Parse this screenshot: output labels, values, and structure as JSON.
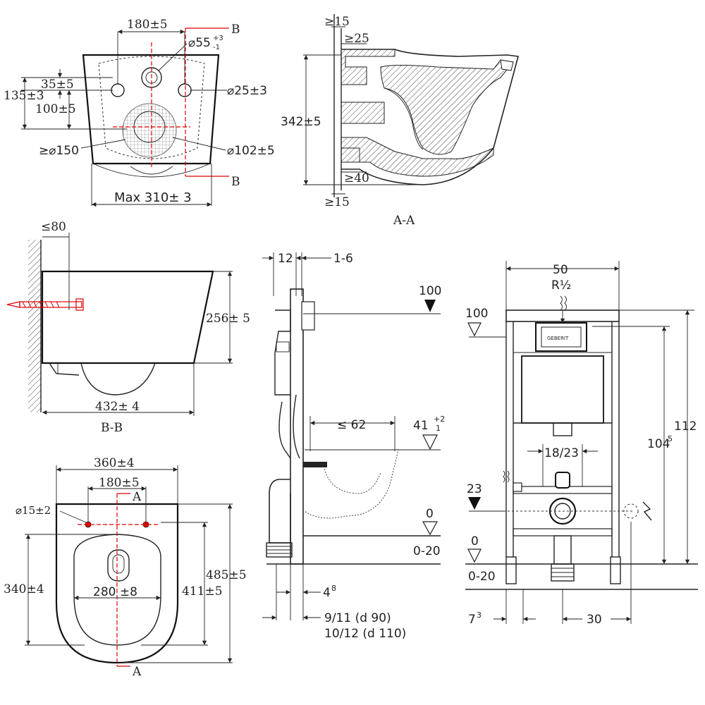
{
  "views": {
    "top_view": {
      "dim_width": "180±5",
      "dim_hole": "⌀55",
      "tol_hole_plus": "+3",
      "tol_hole_minus": "-1",
      "dim_35": "35±5",
      "dim_135": "135±3",
      "dim_100": "100±5",
      "dim_25": "⌀25±3",
      "dim_150": "≥⌀150",
      "dim_102": "⌀102±5",
      "dim_max": "Max 310± 3",
      "cut_b1": "B",
      "cut_b2": "B"
    },
    "section_aa": {
      "dim_top15": "≥15",
      "dim_25": "≥25",
      "dim_342": "342±5",
      "dim_40": "≥40",
      "dim_bottom15": "≥15",
      "caption": "A-A"
    },
    "section_bb": {
      "dim_80": "≤80",
      "dim_256": "256± 5",
      "dim_432": "432± 4",
      "caption": "B-B"
    },
    "plan_view": {
      "dim_360": "360±4",
      "dim_180": "180±5",
      "cut_a1": "A",
      "dim_15": "⌀15±2",
      "dim_485": "485±5",
      "dim_340": "340±4",
      "dim_280": "280 ±8",
      "dim_411": "411±5",
      "cut_a2": "A"
    },
    "frame_side": {
      "dim_12": "12",
      "dim_1_6": "1-6",
      "level_100": "100",
      "dim_62": "≤ 62",
      "level_41": "41",
      "tol_41_plus": "+2",
      "tol_41_minus": "1",
      "level_0": "0",
      "level_0_20": "0-20",
      "dim_48": "4",
      "dim_48_sup": "8",
      "dim_911": "9/11   (d 90)",
      "dim_1012": "10/12 (d 110)"
    },
    "frame_front": {
      "dim_50": "50",
      "pipe": "R½",
      "level_100": "100",
      "dim_112": "112",
      "dim_104": "104",
      "dim_104_sup": "5",
      "dim_1823": "18/23",
      "level_23": "23",
      "level_0": "0",
      "level_0_20": "0-20",
      "dim_7": "7",
      "dim_7_sup": "3",
      "dim_30": "30",
      "brand": "GEBERIT"
    }
  }
}
